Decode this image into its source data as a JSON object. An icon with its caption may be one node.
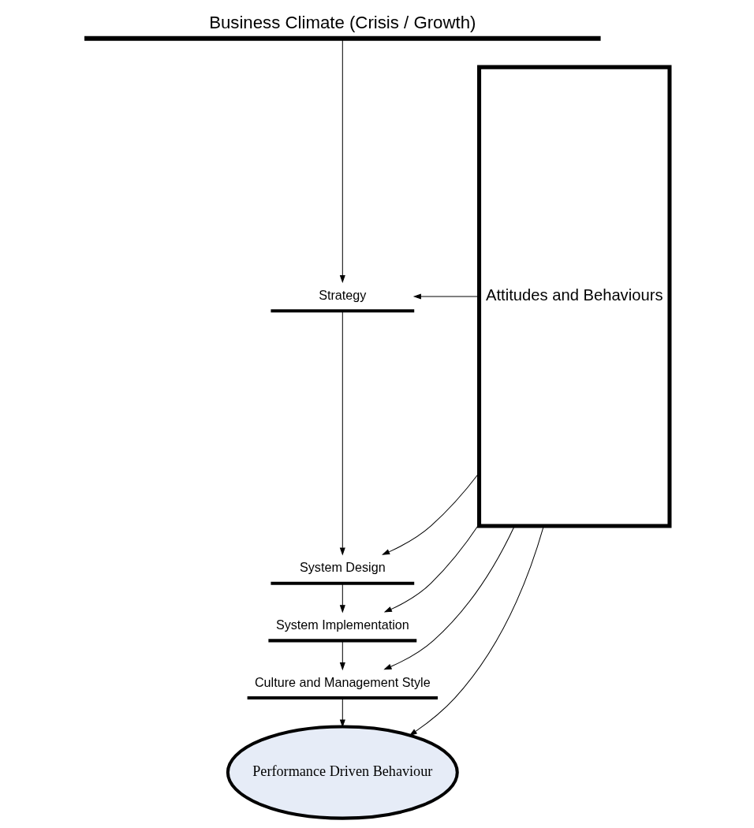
{
  "diagram": {
    "nodes": [
      {
        "text": [
          "Business Climate (Crisis / Growth)"
        ]
      },
      {
        "text": [
          "Attitudes and Behaviours"
        ]
      },
      {
        "text": [
          "Strategy"
        ]
      },
      {
        "text": [
          "System Design"
        ]
      },
      {
        "text": [
          "System Implementation"
        ]
      },
      {
        "text": [
          "Culture and Management Style"
        ]
      },
      {
        "text": [
          "Performance Driven Behaviour"
        ]
      }
    ],
    "edges": [
      {
        "from": 0,
        "to": 2,
        "arrow": "to"
      },
      {
        "from": 1,
        "to": 2,
        "arrow": "to"
      },
      {
        "from": 2,
        "to": 3,
        "arrow": "to"
      },
      {
        "from": 1,
        "to": 3,
        "arrow": "to"
      },
      {
        "from": 3,
        "to": 4,
        "arrow": "to"
      },
      {
        "from": 1,
        "to": 4,
        "arrow": "to"
      },
      {
        "from": 4,
        "to": 5,
        "arrow": "to"
      },
      {
        "from": 1,
        "to": 5,
        "arrow": "to"
      },
      {
        "from": 5,
        "to": 6,
        "arrow": "to"
      },
      {
        "from": 1,
        "to": 6,
        "arrow": "to"
      }
    ]
  }
}
